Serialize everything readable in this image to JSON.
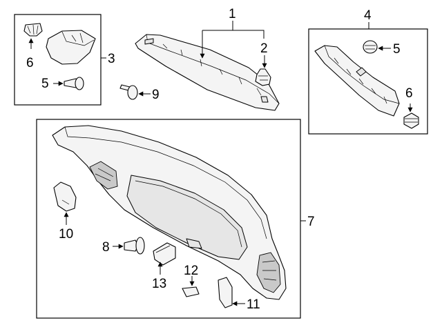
{
  "callouts": {
    "c1": "1",
    "c2": "2",
    "c3": "3",
    "c4": "4",
    "c5a": "5",
    "c5b": "5",
    "c6a": "6",
    "c6b": "6",
    "c7": "7",
    "c8": "8",
    "c9": "9",
    "c10": "10",
    "c11": "11",
    "c12": "12",
    "c13": "13"
  }
}
